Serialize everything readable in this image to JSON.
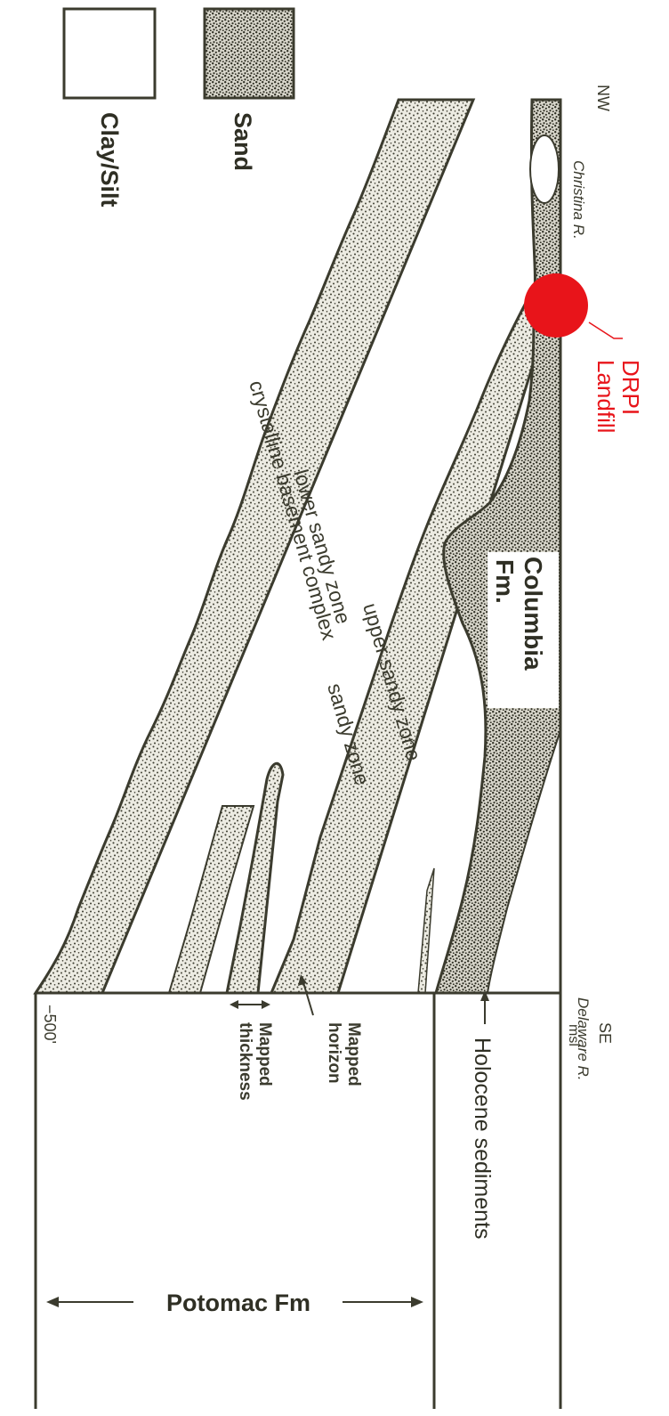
{
  "legend": {
    "items": [
      {
        "label": "Clay/Silt",
        "pattern": "plain"
      },
      {
        "label": "Sand",
        "pattern": "stipple"
      }
    ]
  },
  "section": {
    "end_left": "NW",
    "end_right": "SE",
    "river_left": "Christina R.",
    "river_right": "Delaware R.",
    "zones": {
      "columbia": "Columbia\nFm.",
      "upper": "upper sandy zone",
      "middle": "sandy zone",
      "lower": "lower sandy zone",
      "basement": "crystalline basement complex"
    }
  },
  "marker": {
    "label": "DRPI\nLandfill",
    "color": "#e8141a"
  },
  "axis": {
    "top_label": "msl",
    "bottom_label": "−500'"
  },
  "annotations": {
    "holocene": "Holocene sediments",
    "mapped_horizon": "Mapped\nhorizon",
    "mapped_thickness": "Mapped\nthickness",
    "potomac": "Potomac Fm"
  },
  "colors": {
    "ink": "#3b3b2e",
    "sand_bg": "#e9e7dc",
    "red": "#e8141a"
  }
}
